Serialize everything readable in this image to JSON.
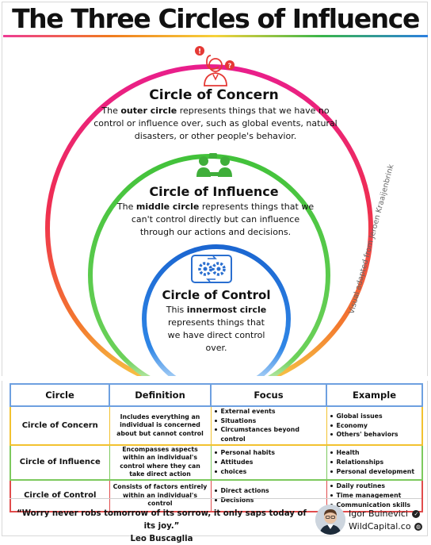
{
  "title": "The Three Circles of Influence",
  "credit": "Visual adapted from Jeroen Kraaijenbrink",
  "colors": {
    "concern_ring_top": "#e91e8c",
    "concern_ring_side": "#ef3b3b",
    "concern_ring_bottom": "#f6c33a",
    "influence_ring": "#4bc23a",
    "control_ring": "#1f6fd6"
  },
  "circles": {
    "concern": {
      "icon": "worried-person-icon",
      "title": "Circle of Concern",
      "line1_pre": "The ",
      "line1_bold": "outer circle",
      "line1_post": " represents things that we have no",
      "line2": "control or influence over, such as global events, natural",
      "line3": "disasters, or other people's behavior."
    },
    "influence": {
      "icon": "two-people-talking-icon",
      "title": "Circle of Influence",
      "line1_pre": "The ",
      "line1_bold": "middle circle",
      "line1_post": " represents things that we",
      "line2": "can't control directly but can influence",
      "line3": "through our actions and decisions."
    },
    "control": {
      "icon": "gears-cycle-icon",
      "title": "Circle of Control",
      "line1_pre": "This ",
      "line1_bold": "innermost circle",
      "line2": "represents things that",
      "line3": "we have direct control",
      "line4": "over."
    }
  },
  "table": {
    "headers": [
      "Circle",
      "Definition",
      "Focus",
      "Example"
    ],
    "rows": [
      {
        "circle": "Circle of Concern",
        "definition": "Includes everything an individual is concerned about but cannot control",
        "focus": [
          "External events",
          "Situations",
          "Circumstances beyond control"
        ],
        "example": [
          "Global issues",
          "Economy",
          "Others' behaviors"
        ]
      },
      {
        "circle": "Circle of Influence",
        "definition": "Encompasses aspects within an individual's control where they can take direct action",
        "focus": [
          "Personal habits",
          "Attitudes",
          "choices"
        ],
        "example": [
          "Health",
          "Relationships",
          "Personal development"
        ]
      },
      {
        "circle": "Circle of Control",
        "definition": "Consists of factors entirely within an individual's control",
        "focus": [
          "Direct actions",
          "Decisions"
        ],
        "example": [
          "Daily routines",
          "Time management",
          "Communication skills"
        ]
      }
    ]
  },
  "quote": {
    "text": "“Worry never robs tomorrow of its sorrow, it only saps today of its joy.”",
    "author": "Leo Buscaglia"
  },
  "signature": {
    "name": "Igor Buinevici",
    "site": "WildCapital.co",
    "verified_icon": "verified-check-icon",
    "globe_icon": "globe-icon"
  }
}
